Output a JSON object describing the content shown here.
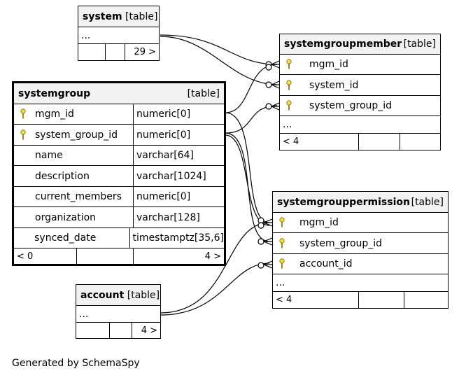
{
  "tables": {
    "system": {
      "name": "system",
      "kind": "[table]",
      "ellipsis": "...",
      "footer": [
        "",
        "",
        "29 >"
      ]
    },
    "systemgroupmember": {
      "name": "systemgroupmember",
      "kind": "[table]",
      "columns": [
        {
          "key": true,
          "name": "mgm_id"
        },
        {
          "key": true,
          "name": "system_id"
        },
        {
          "key": true,
          "name": "system_group_id"
        }
      ],
      "ellipsis": "...",
      "footer": [
        "< 4",
        "",
        ""
      ]
    },
    "systemgroup": {
      "name": "systemgroup",
      "kind": "[table]",
      "columns": [
        {
          "key": true,
          "name": "mgm_id",
          "type": "numeric[0]"
        },
        {
          "key": true,
          "name": "system_group_id",
          "type": "numeric[0]"
        },
        {
          "key": false,
          "name": "name",
          "type": "varchar[64]"
        },
        {
          "key": false,
          "name": "description",
          "type": "varchar[1024]"
        },
        {
          "key": false,
          "name": "current_members",
          "type": "numeric[0]"
        },
        {
          "key": false,
          "name": "organization",
          "type": "varchar[128]"
        },
        {
          "key": false,
          "name": "synced_date",
          "type": "timestamptz[35,6]"
        }
      ],
      "footer": [
        "< 0",
        "",
        "4 >"
      ]
    },
    "systemgrouppermission": {
      "name": "systemgrouppermission",
      "kind": "[table]",
      "columns": [
        {
          "key": true,
          "name": "mgm_id"
        },
        {
          "key": true,
          "name": "system_group_id"
        },
        {
          "key": true,
          "name": "account_id"
        }
      ],
      "ellipsis": "...",
      "footer": [
        "< 4",
        "",
        ""
      ]
    },
    "account": {
      "name": "account",
      "kind": "[table]",
      "ellipsis": "...",
      "footer": [
        "",
        "",
        "4 >"
      ]
    }
  },
  "colors": {
    "key_icon": "#f0e040",
    "header_bg": "#f2f2f2",
    "line": "#000000"
  },
  "icons": {
    "key": "key-icon"
  },
  "footer_text": "Generated by SchemaSpy"
}
